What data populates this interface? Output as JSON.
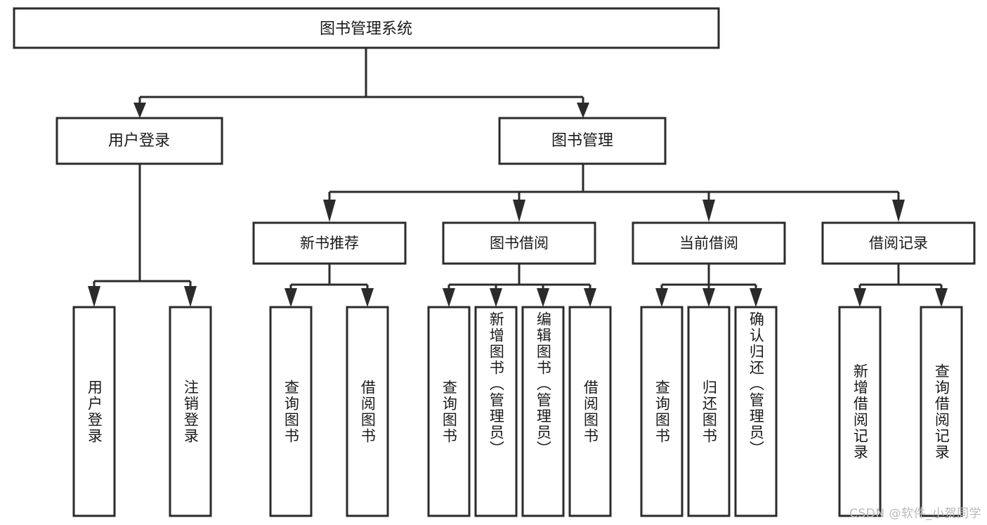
{
  "diagram": {
    "title": "图书管理系统",
    "type": "tree",
    "watermark": "CSDN @软件_小贺同学",
    "levels": {
      "root": {
        "label": "图书管理系统"
      },
      "level2": [
        {
          "label": "用户登录"
        },
        {
          "label": "图书管理"
        }
      ],
      "level3": [
        {
          "label": "新书推荐"
        },
        {
          "label": "图书借阅"
        },
        {
          "label": "当前借阅"
        },
        {
          "label": "借阅记录"
        }
      ],
      "leaves": [
        {
          "label": "用户登录",
          "parent": "用户登录"
        },
        {
          "label": "注销登录",
          "parent": "用户登录"
        },
        {
          "label": "查询图书",
          "parent": "新书推荐"
        },
        {
          "label": "借阅图书",
          "parent": "新书推荐"
        },
        {
          "label": "查询图书",
          "parent": "图书借阅"
        },
        {
          "label": "新增图书（管理员）",
          "parent": "图书借阅"
        },
        {
          "label": "编辑图书（管理员）",
          "parent": "图书借阅"
        },
        {
          "label": "借阅图书",
          "parent": "图书借阅"
        },
        {
          "label": "查询图书",
          "parent": "当前借阅"
        },
        {
          "label": "归还图书",
          "parent": "当前借阅"
        },
        {
          "label": "确认归还（管理员）",
          "parent": "当前借阅"
        },
        {
          "label": "新增借阅记录",
          "parent": "借阅记录"
        },
        {
          "label": "查询借阅记录",
          "parent": "借阅记录"
        }
      ]
    },
    "colors": {
      "stroke": "#2b2b2b",
      "fill": "#ffffff",
      "text": "#1a1a1a",
      "watermark": "#b9b9b9"
    }
  }
}
